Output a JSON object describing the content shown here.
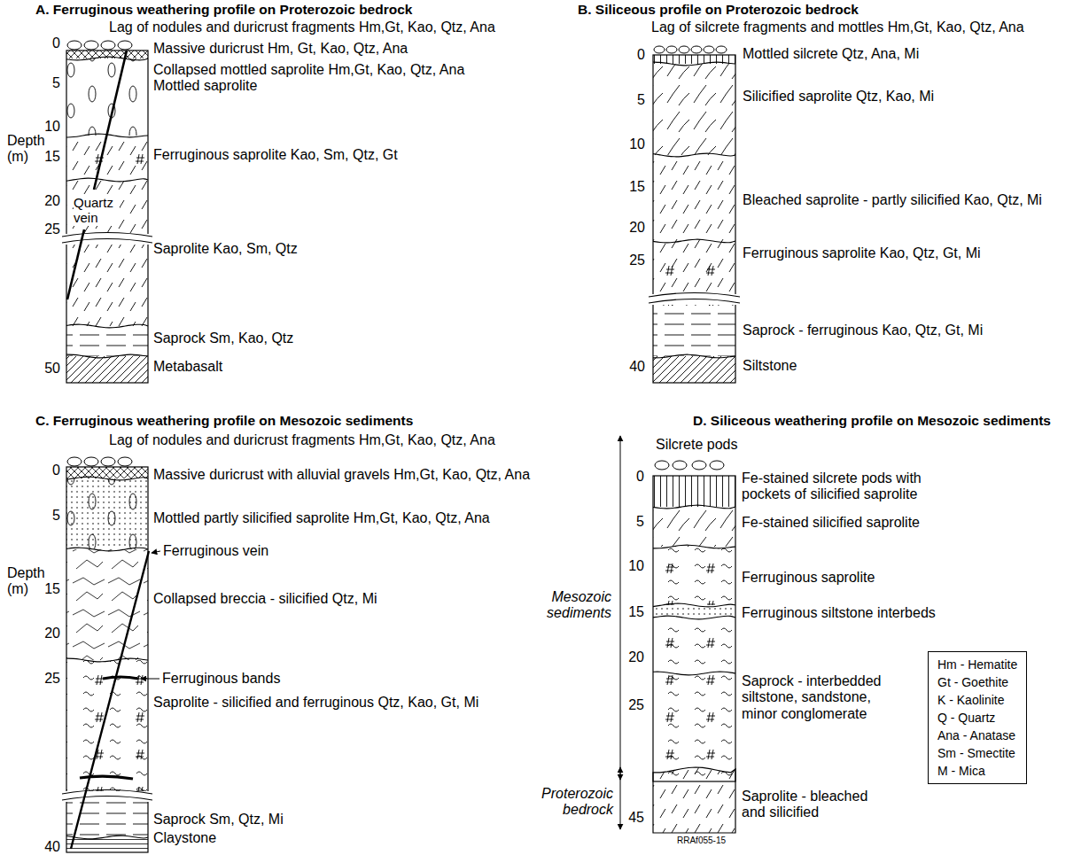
{
  "diagram": {
    "labels": [
      "A. Ferruginous weathering profile on Proterozoic bedrock",
      "Lag of nodules and duricrust fragments Hm,Gt, Kao, Qtz, Ana",
      "0",
      "Massive duricrust Hm, Gt, Kao, Qtz, Ana",
      "Collapsed mottled saprolite Hm,Gt, Kao, Qtz, Ana",
      "5",
      "Mottled saprolite",
      "10",
      "Depth (m)",
      "Ferruginous saprolite Kao, Sm, Qtz, Gt",
      "15",
      "Quartz vein",
      "20",
      "25",
      "Saprolite Kao, Sm, Qtz",
      "Saprock Sm, Kao, Qtz",
      "50",
      "Metabasalt",
      "B. Siliceous profile on Proterozoic bedrock",
      "Lag of silcrete fragments and mottles Hm,Gt, Kao, Qtz, Ana",
      "0",
      "Mottled silcrete Qtz, Ana, Mi",
      "5",
      "Silicified saprolite Qtz, Kao, Mi",
      "10",
      "15",
      "Bleached saprolite - partly silicified Kao, Qtz, Mi",
      "20",
      "Ferruginous saprolite Kao, Qtz, Gt, Mi",
      "25",
      "Saprock - ferruginous Kao, Qtz, Gt, Mi",
      "40",
      "Siltstone",
      "C. Ferruginous weathering profile on Mesozoic sediments",
      "Lag of nodules and duricrust fragments Hm,Gt, Kao, Qtz, Ana",
      "0",
      "Massive duricrust with alluvial gravels Hm,Gt, Kao, Qtz, Ana",
      "5",
      "Mottled partly silicified saprolite Hm,Gt, Kao, Qtz, Ana",
      "Ferruginous vein",
      "Depth (m)",
      "15",
      "Collapsed breccia - silicified Qtz, Mi",
      "20",
      "Ferruginous bands",
      "25",
      "Saprolite - silicified and ferruginous Qtz, Kao, Gt, Mi",
      "Saprock Sm, Qtz, Mi",
      "Claystone",
      "40",
      "D. Siliceous weathering profile on Mesozoic sediments",
      "Silcrete pods",
      "0",
      "Fe-stained silcrete pods with pockets of silicified saprolite",
      "5",
      "Fe-stained silicified saprolite",
      "10",
      "Ferruginous saprolite",
      "Mesozoic sediments",
      "15",
      "Ferruginous siltstone interbeds",
      "20",
      "Saprock - interbedded siltstone, sandstone, minor conglomerate",
      "25",
      "Proterozoic bedrock",
      "45",
      "Saprolite - bleached and silicified",
      "RRAf055-15"
    ],
    "legend": [
      {
        "text": "Hm - Hematite"
      },
      {
        "text": "Gt - Goethite"
      },
      {
        "text": "K - Kaolinite"
      },
      {
        "text": "Q - Quartz"
      },
      {
        "text": "Ana - Anatase"
      },
      {
        "text": "Sm - Smectite"
      },
      {
        "text": "M - Mica"
      }
    ]
  }
}
